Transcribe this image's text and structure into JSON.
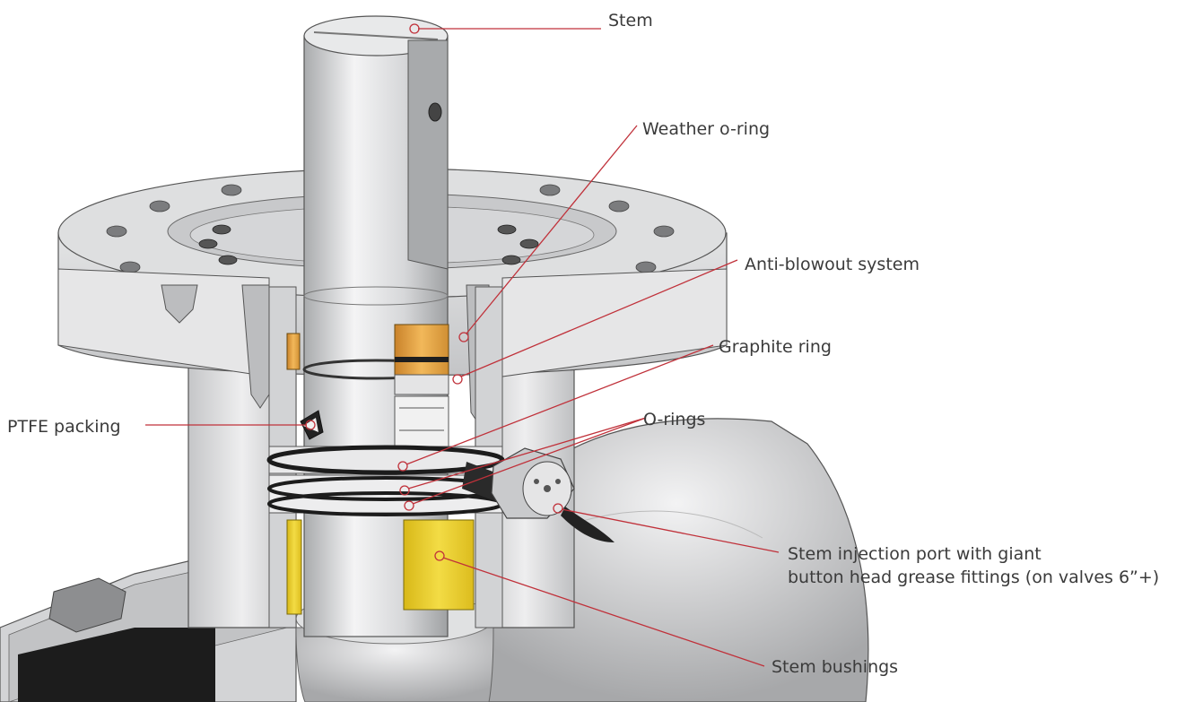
{
  "callouts": {
    "stem": "Stem",
    "weather_oring": "Weather o-ring",
    "anti_blowout": "Anti-blowout system",
    "graphite_ring": "Graphite ring",
    "o_rings": "O-rings",
    "ptfe_packing": "PTFE packing",
    "stem_injection": [
      "Stem injection port with giant",
      "button head grease fittings (on valves 6”+)"
    ],
    "stem_bushings": "Stem bushings"
  },
  "colors": {
    "leader_line": "#c0313a",
    "label_text": "#3b3b3b",
    "metal": "#d9dadc",
    "bronze": "#e7a53e",
    "bushing": "#e8cc2b",
    "seal": "#222222"
  }
}
